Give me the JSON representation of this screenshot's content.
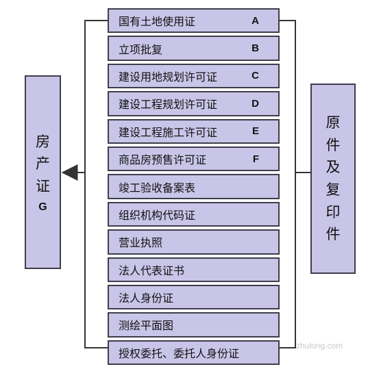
{
  "documents": [
    {
      "label": "国有土地使用证",
      "code": "A"
    },
    {
      "label": "立项批复",
      "code": "B"
    },
    {
      "label": "建设用地规划许可证",
      "code": "C"
    },
    {
      "label": "建设工程规划许可证",
      "code": "D"
    },
    {
      "label": "建设工程施工许可证",
      "code": "E"
    },
    {
      "label": "商品房预售许可证",
      "code": "F"
    },
    {
      "label": "竣工验收备案表",
      "code": ""
    },
    {
      "label": "组织机构代码证",
      "code": ""
    },
    {
      "label": "营业执照",
      "code": ""
    },
    {
      "label": "法人代表证书",
      "code": ""
    },
    {
      "label": "法人身份证",
      "code": ""
    },
    {
      "label": "测绘平面图",
      "code": ""
    },
    {
      "label": "授权委托、委托人身份证",
      "code": ""
    }
  ],
  "left_box": {
    "chars": [
      "房",
      "产",
      "证"
    ],
    "code": "G"
  },
  "right_box": {
    "chars": [
      "原",
      "件",
      "及",
      "复",
      "印",
      "件"
    ]
  },
  "watermark": "zhulong.com",
  "colors": {
    "box_fill": "#c9c5e8",
    "border": "#3d3d4a",
    "line": "#333333"
  }
}
